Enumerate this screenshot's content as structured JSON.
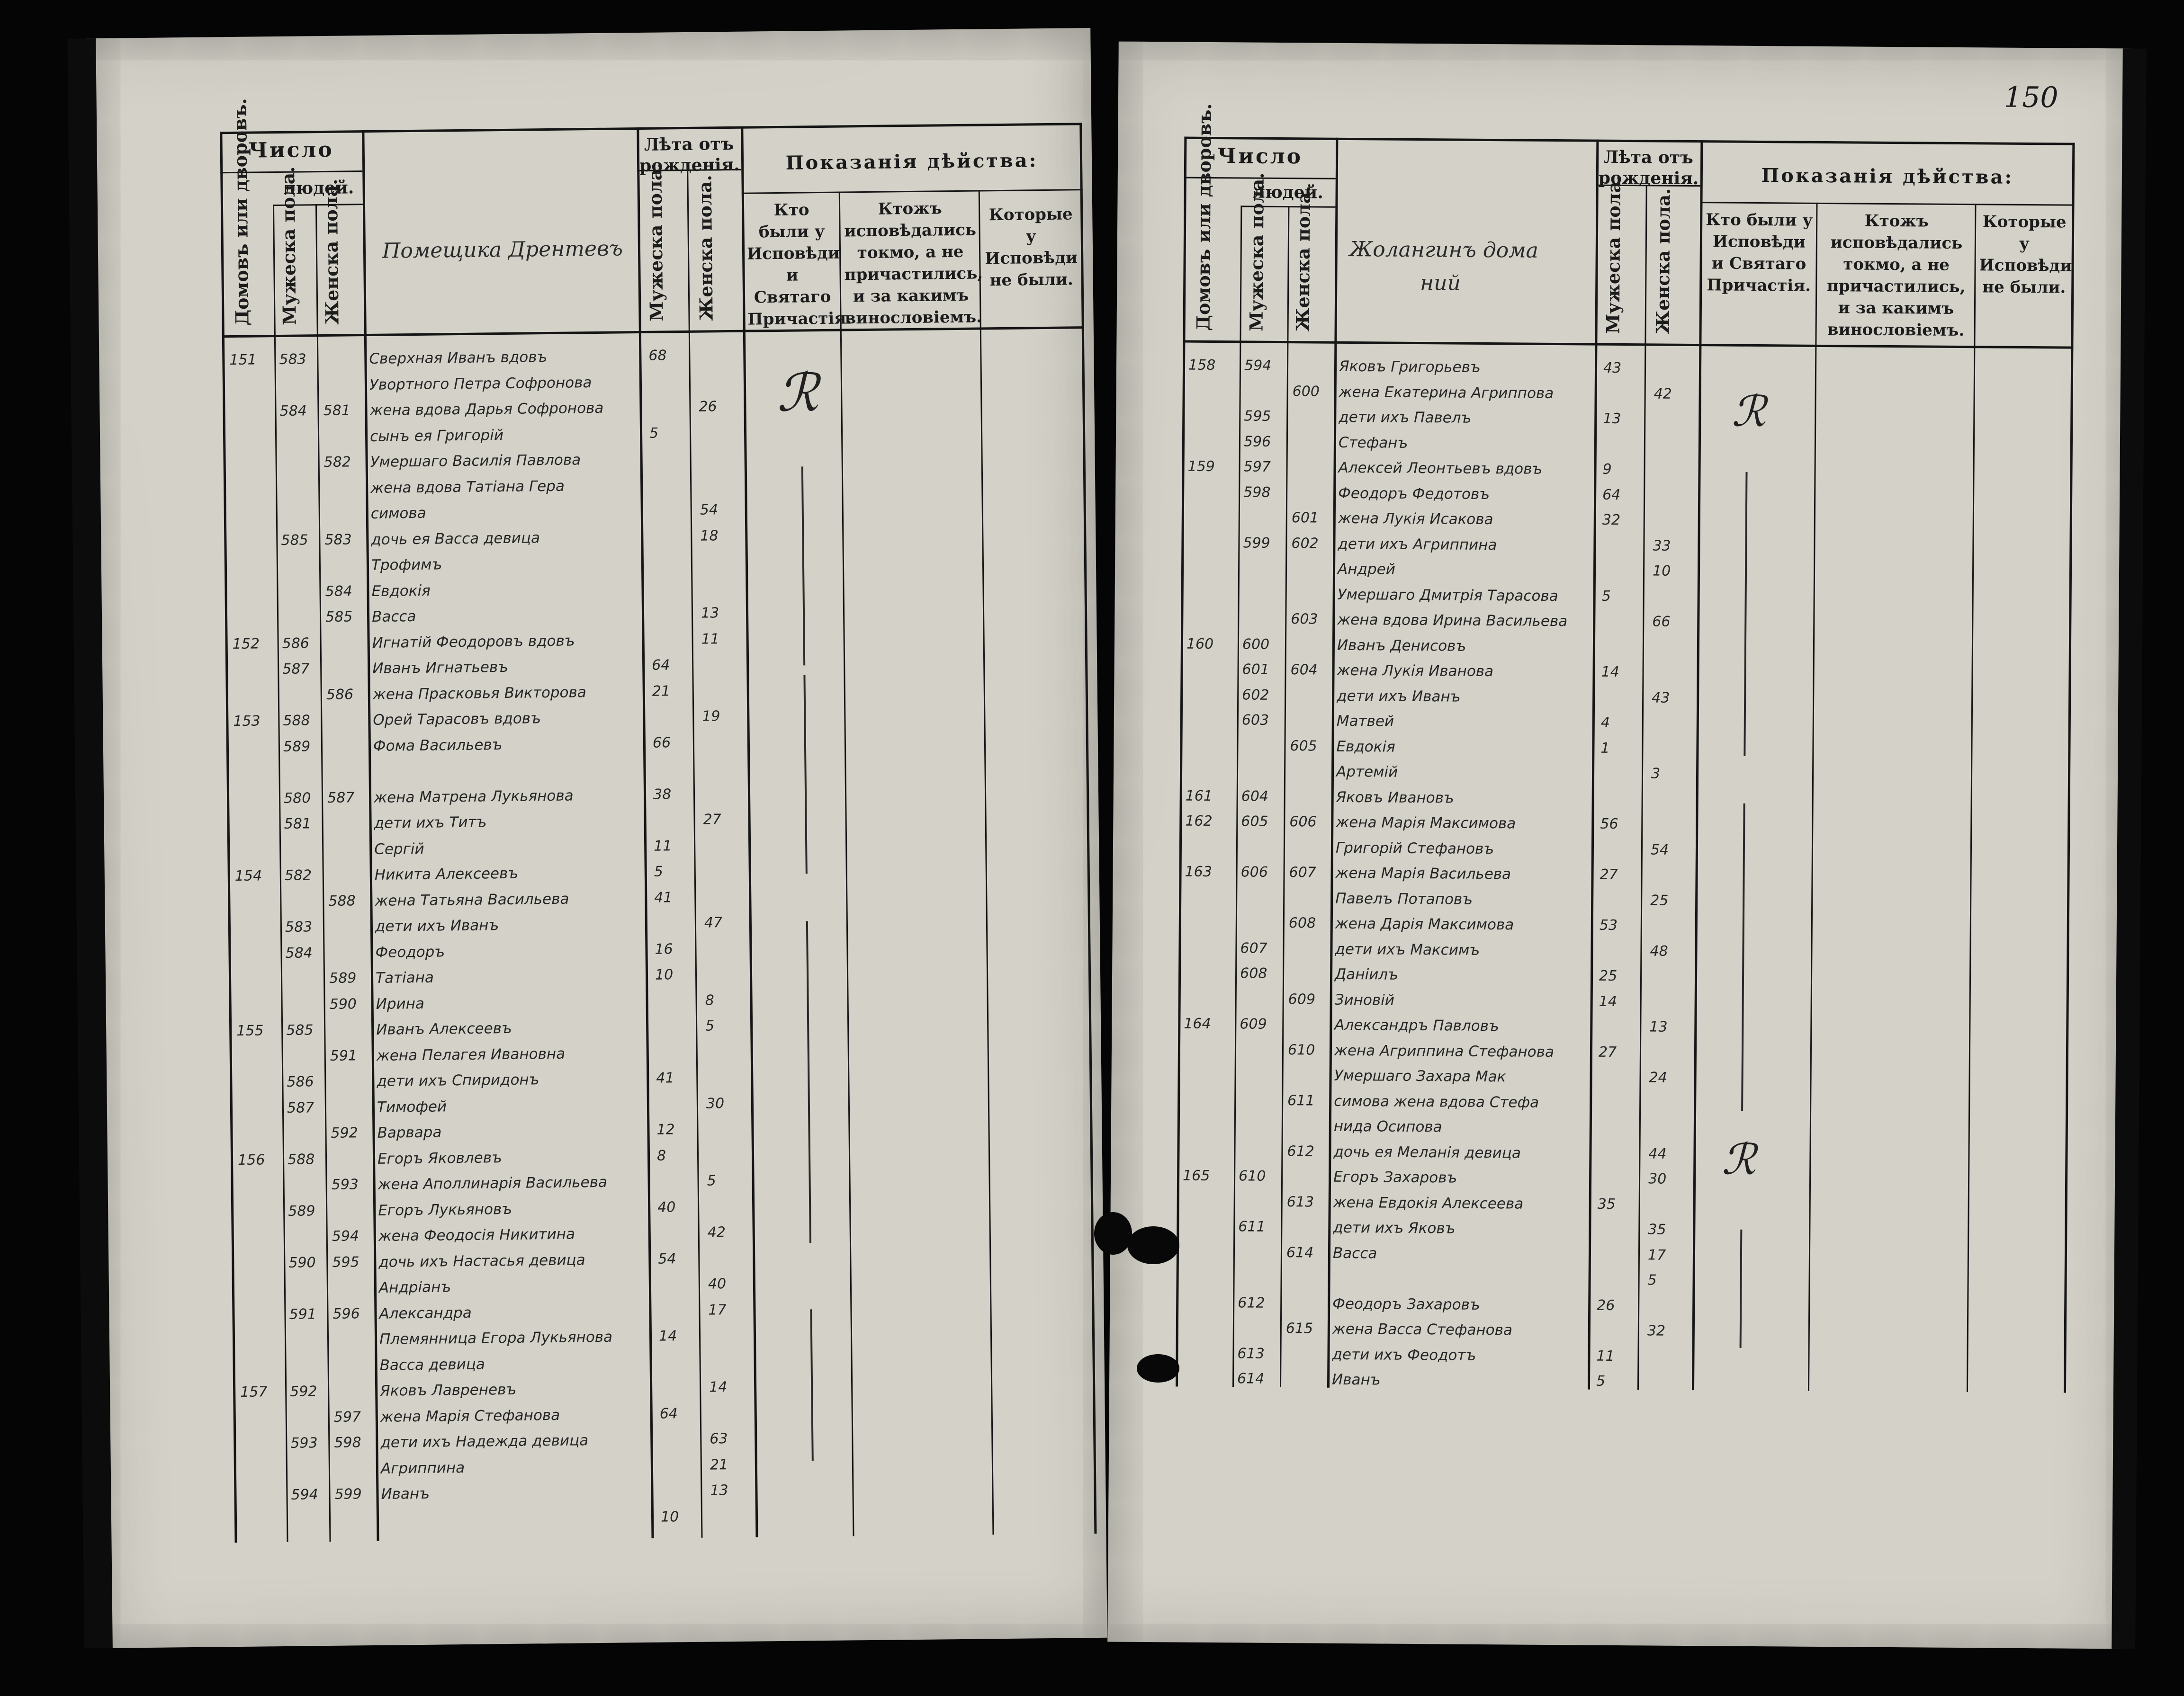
{
  "header": {
    "chislo": "Число",
    "lyudey": "людей.",
    "domov": "Домовъ или дворовъ.",
    "muzh": "Мужеска пола.",
    "zhen": "Женска пола.",
    "leta": "Лѣта отъ рожденія.",
    "leta_muzh": "Мужеска пола.",
    "leta_zhen": "Женска пола.",
    "pokazania": "Показанія дѣйства:",
    "col_kto": "Кто были у Исповѣди и Святаго Причастія.",
    "col_ktozh": "Ктожъ исповѣдались токмо, а не причастились, и за какимъ винословіемъ.",
    "col_kotor": "Которые у Исповѣди не были."
  },
  "left_page": {
    "title": "Помещика Дрентевъ",
    "rows": [
      {
        "dom": "151",
        "m": "583",
        "f": "",
        "name": "Сверхная Иванъ вдовъ",
        "am": "68",
        "af": ""
      },
      {
        "dom": "",
        "m": "",
        "f": "",
        "name": "Увортного Петра Софронова",
        "am": "",
        "af": ""
      },
      {
        "dom": "",
        "m": "584",
        "f": "581",
        "name": "жена вдова Дарья Софронова",
        "am": "",
        "af": "26"
      },
      {
        "dom": "",
        "m": "",
        "f": "",
        "name": "сынъ ея Григорій",
        "am": "5",
        "af": ""
      },
      {
        "dom": "",
        "m": "",
        "f": "582",
        "name": "Умершаго Василія Павлова",
        "am": "",
        "af": ""
      },
      {
        "dom": "",
        "m": "",
        "f": "",
        "name": "жена вдова Татіана Гера",
        "am": "",
        "af": ""
      },
      {
        "dom": "",
        "m": "",
        "f": "",
        "name": "симова",
        "am": "",
        "af": "54"
      },
      {
        "dom": "",
        "m": "585",
        "f": "583",
        "name": "дочь ея Васса девица",
        "am": "",
        "af": "18"
      },
      {
        "dom": "",
        "m": "",
        "f": "",
        "name": "Трофимъ",
        "am": "",
        "af": ""
      },
      {
        "dom": "",
        "m": "",
        "f": "584",
        "name": "Евдокія",
        "am": "",
        "af": ""
      },
      {
        "dom": "",
        "m": "",
        "f": "585",
        "name": "Васса",
        "am": "",
        "af": "13"
      },
      {
        "dom": "152",
        "m": "586",
        "f": "",
        "name": "Игнатій Феодоровъ вдовъ",
        "am": "",
        "af": "11"
      },
      {
        "dom": "",
        "m": "587",
        "f": "",
        "name": "Иванъ Игнатьевъ",
        "am": "64",
        "af": ""
      },
      {
        "dom": "",
        "m": "",
        "f": "586",
        "name": "жена Прасковья Викторова",
        "am": "21",
        "af": ""
      },
      {
        "dom": "153",
        "m": "588",
        "f": "",
        "name": "Орей Тарасовъ вдовъ",
        "am": "",
        "af": "19"
      },
      {
        "dom": "",
        "m": "589",
        "f": "",
        "name": "Фома Васильевъ",
        "am": "66",
        "af": ""
      },
      {
        "dom": "",
        "m": "",
        "f": "",
        "name": "",
        "am": "",
        "af": ""
      },
      {
        "dom": "",
        "m": "580",
        "f": "587",
        "name": "жена Матрена Лукьянова",
        "am": "38",
        "af": ""
      },
      {
        "dom": "",
        "m": "581",
        "f": "",
        "name": "дети ихъ Титъ",
        "am": "",
        "af": "27"
      },
      {
        "dom": "",
        "m": "",
        "f": "",
        "name": "Сергій",
        "am": "11",
        "af": ""
      },
      {
        "dom": "154",
        "m": "582",
        "f": "",
        "name": "Никита Алексеевъ",
        "am": "5",
        "af": ""
      },
      {
        "dom": "",
        "m": "",
        "f": "588",
        "name": "жена Татьяна Васильева",
        "am": "41",
        "af": ""
      },
      {
        "dom": "",
        "m": "583",
        "f": "",
        "name": "дети ихъ Иванъ",
        "am": "",
        "af": "47"
      },
      {
        "dom": "",
        "m": "584",
        "f": "",
        "name": "Феодоръ",
        "am": "16",
        "af": ""
      },
      {
        "dom": "",
        "m": "",
        "f": "589",
        "name": "Татіана",
        "am": "10",
        "af": ""
      },
      {
        "dom": "",
        "m": "",
        "f": "590",
        "name": "Ирина",
        "am": "",
        "af": "8"
      },
      {
        "dom": "155",
        "m": "585",
        "f": "",
        "name": "Иванъ Алексеевъ",
        "am": "",
        "af": "5"
      },
      {
        "dom": "",
        "m": "",
        "f": "591",
        "name": "жена Пелагея Ивановна",
        "am": "",
        "af": ""
      },
      {
        "dom": "",
        "m": "586",
        "f": "",
        "name": "дети ихъ Спиридонъ",
        "am": "41",
        "af": ""
      },
      {
        "dom": "",
        "m": "587",
        "f": "",
        "name": "Тимофей",
        "am": "",
        "af": "30"
      },
      {
        "dom": "",
        "m": "",
        "f": "592",
        "name": "Варвара",
        "am": "12",
        "af": ""
      },
      {
        "dom": "156",
        "m": "588",
        "f": "",
        "name": "Егоръ Яковлевъ",
        "am": "8",
        "af": ""
      },
      {
        "dom": "",
        "m": "",
        "f": "593",
        "name": "жена Аполлинарія Васильева",
        "am": "",
        "af": "5"
      },
      {
        "dom": "",
        "m": "589",
        "f": "",
        "name": "Егоръ Лукьяновъ",
        "am": "40",
        "af": ""
      },
      {
        "dom": "",
        "m": "",
        "f": "594",
        "name": "жена Феодосія Никитина",
        "am": "",
        "af": "42"
      },
      {
        "dom": "",
        "m": "590",
        "f": "595",
        "name": "дочь ихъ Настасья девица",
        "am": "54",
        "af": ""
      },
      {
        "dom": "",
        "m": "",
        "f": "",
        "name": "Андріанъ",
        "am": "",
        "af": "40"
      },
      {
        "dom": "",
        "m": "591",
        "f": "596",
        "name": "Александра",
        "am": "",
        "af": "17"
      },
      {
        "dom": "",
        "m": "",
        "f": "",
        "name": "Племянница Егора Лукьянова",
        "am": "14",
        "af": ""
      },
      {
        "dom": "",
        "m": "",
        "f": "",
        "name": "Васса девица",
        "am": "",
        "af": ""
      },
      {
        "dom": "157",
        "m": "592",
        "f": "",
        "name": "Яковъ Лавреневъ",
        "am": "",
        "af": "14"
      },
      {
        "dom": "",
        "m": "",
        "f": "597",
        "name": "жена Марія Стефанова",
        "am": "64",
        "af": ""
      },
      {
        "dom": "",
        "m": "593",
        "f": "598",
        "name": "дети ихъ Надежда девица",
        "am": "",
        "af": "63"
      },
      {
        "dom": "",
        "m": "",
        "f": "",
        "name": "Агриппина",
        "am": "",
        "af": "21"
      },
      {
        "dom": "",
        "m": "594",
        "f": "599",
        "name": "Иванъ",
        "am": "",
        "af": "13"
      },
      {
        "dom": "",
        "m": "",
        "f": "",
        "name": "",
        "am": "10",
        "af": ""
      }
    ]
  },
  "right_page": {
    "title": "Жолангинъ дома",
    "title2": "ний",
    "folio": "150",
    "rows": [
      {
        "dom": "158",
        "m": "594",
        "f": "",
        "name": "Яковъ Григорьевъ",
        "am": "43",
        "af": ""
      },
      {
        "dom": "",
        "m": "",
        "f": "600",
        "name": "жена Екатерина Агриппова",
        "am": "",
        "af": "42"
      },
      {
        "dom": "",
        "m": "595",
        "f": "",
        "name": "дети ихъ Павелъ",
        "am": "13",
        "af": ""
      },
      {
        "dom": "",
        "m": "596",
        "f": "",
        "name": "Стефанъ",
        "am": "",
        "af": ""
      },
      {
        "dom": "159",
        "m": "597",
        "f": "",
        "name": "Алексей Леонтьевъ вдовъ",
        "am": "9",
        "af": ""
      },
      {
        "dom": "",
        "m": "598",
        "f": "",
        "name": "Феодоръ Федотовъ",
        "am": "64",
        "af": ""
      },
      {
        "dom": "",
        "m": "",
        "f": "601",
        "name": "жена Лукія Исакова",
        "am": "32",
        "af": ""
      },
      {
        "dom": "",
        "m": "599",
        "f": "602",
        "name": "дети ихъ Агриппина",
        "am": "",
        "af": "33"
      },
      {
        "dom": "",
        "m": "",
        "f": "",
        "name": "Андрей",
        "am": "",
        "af": "10"
      },
      {
        "dom": "",
        "m": "",
        "f": "",
        "name": "Умершаго Дмитрія Тарасова",
        "am": "5",
        "af": ""
      },
      {
        "dom": "",
        "m": "",
        "f": "603",
        "name": "жена вдова Ирина Васильева",
        "am": "",
        "af": "66"
      },
      {
        "dom": "160",
        "m": "600",
        "f": "",
        "name": "Иванъ Денисовъ",
        "am": "",
        "af": ""
      },
      {
        "dom": "",
        "m": "601",
        "f": "604",
        "name": "жена Лукія Иванова",
        "am": "14",
        "af": ""
      },
      {
        "dom": "",
        "m": "602",
        "f": "",
        "name": "дети ихъ Иванъ",
        "am": "",
        "af": "43"
      },
      {
        "dom": "",
        "m": "603",
        "f": "",
        "name": "Матвей",
        "am": "4",
        "af": ""
      },
      {
        "dom": "",
        "m": "",
        "f": "605",
        "name": "Евдокія",
        "am": "1",
        "af": ""
      },
      {
        "dom": "",
        "m": "",
        "f": "",
        "name": "Артемій",
        "am": "",
        "af": "3"
      },
      {
        "dom": "161",
        "m": "604",
        "f": "",
        "name": "Яковъ Ивановъ",
        "am": "",
        "af": ""
      },
      {
        "dom": "162",
        "m": "605",
        "f": "606",
        "name": "жена Марія Максимова",
        "am": "56",
        "af": ""
      },
      {
        "dom": "",
        "m": "",
        "f": "",
        "name": "Григорій Стефановъ",
        "am": "",
        "af": "54"
      },
      {
        "dom": "163",
        "m": "606",
        "f": "607",
        "name": "жена Марія Васильева",
        "am": "27",
        "af": ""
      },
      {
        "dom": "",
        "m": "",
        "f": "",
        "name": "Павелъ Потаповъ",
        "am": "",
        "af": "25"
      },
      {
        "dom": "",
        "m": "",
        "f": "608",
        "name": "жена Дарія Максимова",
        "am": "53",
        "af": ""
      },
      {
        "dom": "",
        "m": "607",
        "f": "",
        "name": "дети ихъ Максимъ",
        "am": "",
        "af": "48"
      },
      {
        "dom": "",
        "m": "608",
        "f": "",
        "name": "Даніилъ",
        "am": "25",
        "af": ""
      },
      {
        "dom": "",
        "m": "",
        "f": "609",
        "name": "Зиновій",
        "am": "14",
        "af": ""
      },
      {
        "dom": "164",
        "m": "609",
        "f": "",
        "name": "Александръ Павловъ",
        "am": "",
        "af": "13"
      },
      {
        "dom": "",
        "m": "",
        "f": "610",
        "name": "жена Агриппина Стефанова",
        "am": "27",
        "af": ""
      },
      {
        "dom": "",
        "m": "",
        "f": "",
        "name": "Умершаго Захара Мак",
        "am": "",
        "af": "24"
      },
      {
        "dom": "",
        "m": "",
        "f": "611",
        "name": "симова жена вдова Стефа",
        "am": "",
        "af": ""
      },
      {
        "dom": "",
        "m": "",
        "f": "",
        "name": "нида Осипова",
        "am": "",
        "af": ""
      },
      {
        "dom": "",
        "m": "",
        "f": "612",
        "name": "дочь ея Меланія девица",
        "am": "",
        "af": "44"
      },
      {
        "dom": "165",
        "m": "610",
        "f": "",
        "name": "Егоръ Захаровъ",
        "am": "",
        "af": "30"
      },
      {
        "dom": "",
        "m": "",
        "f": "613",
        "name": "жена Евдокія Алексеева",
        "am": "35",
        "af": ""
      },
      {
        "dom": "",
        "m": "611",
        "f": "",
        "name": "дети ихъ Яковъ",
        "am": "",
        "af": "35"
      },
      {
        "dom": "",
        "m": "",
        "f": "614",
        "name": "Васса",
        "am": "",
        "af": "17"
      },
      {
        "dom": "",
        "m": "",
        "f": "",
        "name": "",
        "am": "",
        "af": "5"
      },
      {
        "dom": "",
        "m": "612",
        "f": "",
        "name": "Феодоръ Захаровъ",
        "am": "26",
        "af": ""
      },
      {
        "dom": "",
        "m": "",
        "f": "615",
        "name": "жена Васса Стефанова",
        "am": "",
        "af": "32"
      },
      {
        "dom": "",
        "m": "613",
        "f": "",
        "name": "дети ихъ Феодотъ",
        "am": "11",
        "af": ""
      },
      {
        "dom": "",
        "m": "614",
        "f": "",
        "name": "Иванъ",
        "am": "5",
        "af": ""
      }
    ]
  }
}
